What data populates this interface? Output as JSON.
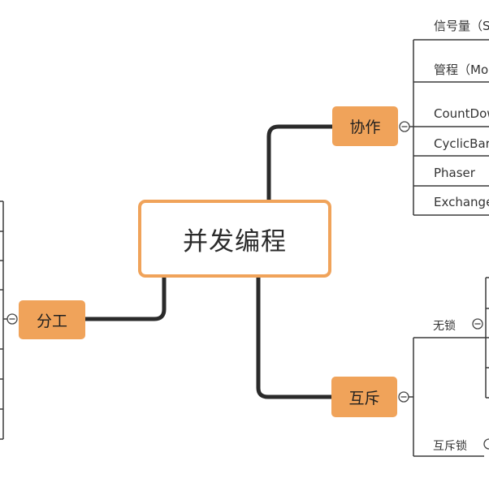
{
  "center_topic": "并发编程",
  "branches": {
    "xiezuo": {
      "label": "协作",
      "children": [
        "信号量（S",
        "管程（Mo",
        "CountDow",
        "CyclicBarr",
        "Phaser",
        "Exchange"
      ]
    },
    "huchi": {
      "label": "互斥",
      "children": [
        "无锁",
        "互斥锁"
      ]
    },
    "fengong": {
      "label": "分工"
    }
  },
  "colors": {
    "accent": "#f0a35a",
    "connector": "#2a2a2a",
    "thin_line": "#3a3a3a",
    "text": "#333333"
  }
}
